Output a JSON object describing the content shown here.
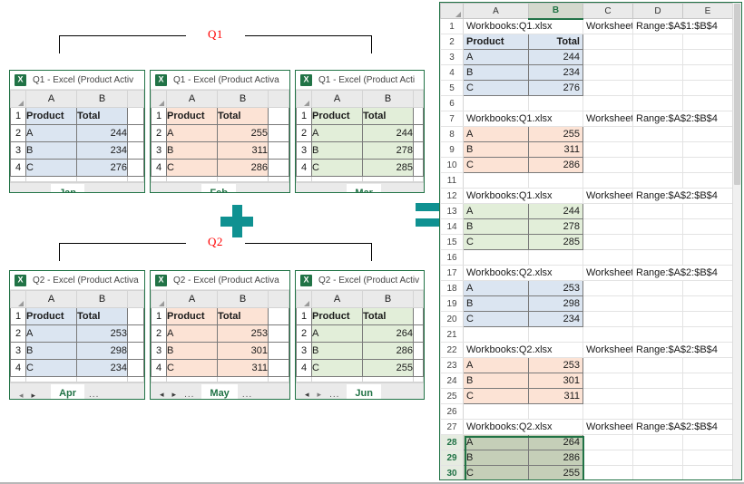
{
  "groups": [
    {
      "label": "Q1"
    },
    {
      "label": "Q2"
    }
  ],
  "operators": {
    "plus": "plus-sign",
    "equals": "equals-sign"
  },
  "columns": {
    "a": "A",
    "b": "B",
    "c": "C",
    "d": "D",
    "e": "E"
  },
  "workbooks": [
    {
      "title": "Q1 - Excel (Product Activ",
      "tab": "Jan",
      "theme": "blue",
      "show_header_row": true,
      "rows": [
        {
          "n": "1",
          "a": "Product",
          "b": "Total",
          "header": true
        },
        {
          "n": "2",
          "a": "A",
          "b": "244"
        },
        {
          "n": "3",
          "a": "B",
          "b": "234"
        },
        {
          "n": "4",
          "a": "C",
          "b": "276"
        }
      ],
      "nav": {
        "left": "◂",
        "right": "▸",
        "dots": "",
        "left_on": false,
        "right_on": true
      },
      "more": "..."
    },
    {
      "title": "Q1 - Excel (Product Activa",
      "tab": "Feb",
      "theme": "orange",
      "show_header_row": true,
      "rows": [
        {
          "n": "1",
          "a": "Product",
          "b": "Total",
          "header": true
        },
        {
          "n": "2",
          "a": "A",
          "b": "255"
        },
        {
          "n": "3",
          "a": "B",
          "b": "311"
        },
        {
          "n": "4",
          "a": "C",
          "b": "286"
        }
      ],
      "nav": {
        "left": "◂",
        "right": "▸",
        "dots": "...",
        "left_on": true,
        "right_on": true
      },
      "more": "..."
    },
    {
      "title": "Q1 - Excel (Product Acti",
      "tab": "Mar",
      "theme": "green",
      "show_header_row": true,
      "rows": [
        {
          "n": "1",
          "a": "Product",
          "b": "Total",
          "header": true
        },
        {
          "n": "2",
          "a": "A",
          "b": "244"
        },
        {
          "n": "3",
          "a": "B",
          "b": "278"
        },
        {
          "n": "4",
          "a": "C",
          "b": "285"
        }
      ],
      "nav": {
        "left": "◂",
        "right": "▸",
        "dots": "...",
        "left_on": true,
        "right_on": false
      },
      "more": ""
    },
    {
      "title": "Q2 - Excel (Product Activa",
      "tab": "Apr",
      "theme": "blue",
      "show_header_row": true,
      "rows": [
        {
          "n": "1",
          "a": "Product",
          "b": "Total",
          "header": true
        },
        {
          "n": "2",
          "a": "A",
          "b": "253"
        },
        {
          "n": "3",
          "a": "B",
          "b": "298"
        },
        {
          "n": "4",
          "a": "C",
          "b": "234"
        }
      ],
      "nav": {
        "left": "◂",
        "right": "▸",
        "dots": "",
        "left_on": false,
        "right_on": true
      },
      "more": "..."
    },
    {
      "title": "Q2 - Excel (Product Activa",
      "tab": "May",
      "theme": "orange",
      "show_header_row": true,
      "rows": [
        {
          "n": "1",
          "a": "Product",
          "b": "Total",
          "header": true
        },
        {
          "n": "2",
          "a": "A",
          "b": "253"
        },
        {
          "n": "3",
          "a": "B",
          "b": "301"
        },
        {
          "n": "4",
          "a": "C",
          "b": "311"
        }
      ],
      "nav": {
        "left": "◂",
        "right": "▸",
        "dots": "...",
        "left_on": true,
        "right_on": true
      },
      "more": "..."
    },
    {
      "title": "Q2 - Excel (Product Activ",
      "tab": "Jun",
      "theme": "green",
      "show_header_row": true,
      "rows": [
        {
          "n": "1",
          "a": "Product",
          "b": "Total",
          "header": true
        },
        {
          "n": "2",
          "a": "A",
          "b": "264"
        },
        {
          "n": "3",
          "a": "B",
          "b": "286"
        },
        {
          "n": "4",
          "a": "C",
          "b": "255"
        }
      ],
      "nav": {
        "left": "◂",
        "right": "▸",
        "dots": "...",
        "left_on": true,
        "right_on": false
      },
      "more": ""
    }
  ],
  "result": {
    "active_column": "B",
    "rows": [
      {
        "n": "1",
        "type": "meta",
        "a": "Workbooks:Q1.xlsx",
        "c": "Worksheets:Jan",
        "e": "Range:$A$1:$B$4"
      },
      {
        "n": "2",
        "type": "data",
        "a": "Product",
        "b": "Total",
        "theme": "blue",
        "bold": true,
        "first": true
      },
      {
        "n": "3",
        "type": "data",
        "a": "A",
        "b": "244",
        "theme": "blue"
      },
      {
        "n": "4",
        "type": "data",
        "a": "B",
        "b": "234",
        "theme": "blue"
      },
      {
        "n": "5",
        "type": "data",
        "a": "C",
        "b": "276",
        "theme": "blue",
        "last": true
      },
      {
        "n": "6",
        "type": "blank"
      },
      {
        "n": "7",
        "type": "meta",
        "a": "Workbooks:Q1.xlsx",
        "c": "Worksheets:Feb",
        "e": "Range:$A$2:$B$4"
      },
      {
        "n": "8",
        "type": "data",
        "a": "A",
        "b": "255",
        "theme": "orange",
        "first": true
      },
      {
        "n": "9",
        "type": "data",
        "a": "B",
        "b": "311",
        "theme": "orange"
      },
      {
        "n": "10",
        "type": "data",
        "a": "C",
        "b": "286",
        "theme": "orange",
        "last": true
      },
      {
        "n": "11",
        "type": "blank"
      },
      {
        "n": "12",
        "type": "meta",
        "a": "Workbooks:Q1.xlsx",
        "c": "Worksheets:Mar",
        "e": "Range:$A$2:$B$4"
      },
      {
        "n": "13",
        "type": "data",
        "a": "A",
        "b": "244",
        "theme": "green",
        "first": true
      },
      {
        "n": "14",
        "type": "data",
        "a": "B",
        "b": "278",
        "theme": "green"
      },
      {
        "n": "15",
        "type": "data",
        "a": "C",
        "b": "285",
        "theme": "green",
        "last": true
      },
      {
        "n": "16",
        "type": "blank"
      },
      {
        "n": "17",
        "type": "meta",
        "a": "Workbooks:Q2.xlsx",
        "c": "Worksheets:Apr",
        "e": "Range:$A$2:$B$4"
      },
      {
        "n": "18",
        "type": "data",
        "a": "A",
        "b": "253",
        "theme": "blue",
        "first": true
      },
      {
        "n": "19",
        "type": "data",
        "a": "B",
        "b": "298",
        "theme": "blue"
      },
      {
        "n": "20",
        "type": "data",
        "a": "C",
        "b": "234",
        "theme": "blue",
        "last": true
      },
      {
        "n": "21",
        "type": "blank"
      },
      {
        "n": "22",
        "type": "meta",
        "a": "Workbooks:Q2.xlsx",
        "c": "Worksheets:May",
        "e": "Range:$A$2:$B$4"
      },
      {
        "n": "23",
        "type": "data",
        "a": "A",
        "b": "253",
        "theme": "orange",
        "first": true
      },
      {
        "n": "24",
        "type": "data",
        "a": "B",
        "b": "301",
        "theme": "orange"
      },
      {
        "n": "25",
        "type": "data",
        "a": "C",
        "b": "311",
        "theme": "orange",
        "last": true
      },
      {
        "n": "26",
        "type": "blank"
      },
      {
        "n": "27",
        "type": "meta",
        "a": "Workbooks:Q2.xlsx",
        "c": "Worksheets:Jun",
        "e": "Range:$A$2:$B$4"
      },
      {
        "n": "28",
        "type": "data",
        "a": "A",
        "b": "264",
        "theme": "sel",
        "selected": true,
        "first": true
      },
      {
        "n": "29",
        "type": "data",
        "a": "B",
        "b": "286",
        "theme": "sel",
        "selected": true
      },
      {
        "n": "30",
        "type": "data",
        "a": "C",
        "b": "255",
        "theme": "sel",
        "selected": true,
        "last": true
      }
    ]
  },
  "colors": {
    "excel_green": "#217346",
    "teal_operator": "#0f9191",
    "label_red": "#ff0000",
    "fill_blue": "#dbe5f1",
    "fill_orange": "#fce3d5",
    "fill_green": "#e2eed9",
    "fill_selected": "#c5cfb8"
  }
}
